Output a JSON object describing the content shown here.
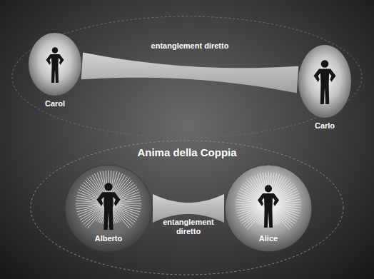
{
  "diagram": {
    "nodes": [
      {
        "text": [
          "Carol"
        ]
      },
      {
        "text": [
          "Carlo"
        ]
      },
      {
        "text": [
          "Anima della Coppia"
        ]
      },
      {
        "text": [
          "Alberto"
        ],
        "in": 2
      },
      {
        "text": [
          "Alice"
        ],
        "in": 2
      }
    ],
    "edges": [
      {
        "from": 0,
        "to": 1,
        "arrow": "none",
        "label": "entanglement diretto"
      },
      {
        "from": 3,
        "to": 4,
        "arrow": "none",
        "label": "entanglement diretto"
      }
    ]
  }
}
